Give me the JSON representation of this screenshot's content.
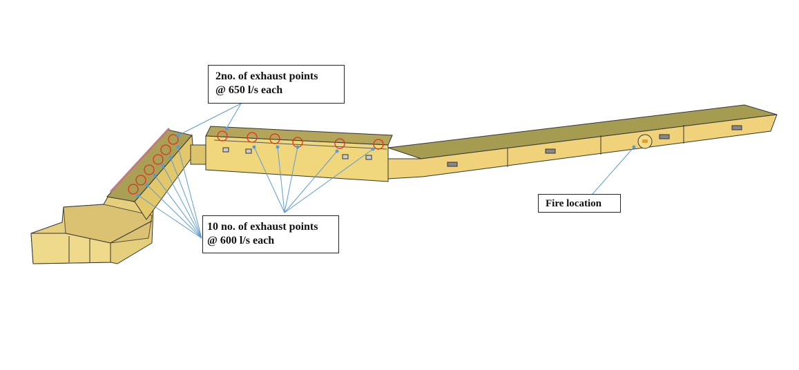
{
  "annotations": {
    "exhaust_650": {
      "line1": "2no. of exhaust points",
      "line2": "@ 650 l/s each"
    },
    "exhaust_600": {
      "line1": "10 no. of exhaust points",
      "line2": "@ 600 l/s each"
    },
    "fire": {
      "text": "Fire location"
    }
  },
  "colors": {
    "wall": "#e8cf6e",
    "roof": "#b8ac5a",
    "marker": "#e0301e",
    "leader": "#5b9bd5"
  }
}
